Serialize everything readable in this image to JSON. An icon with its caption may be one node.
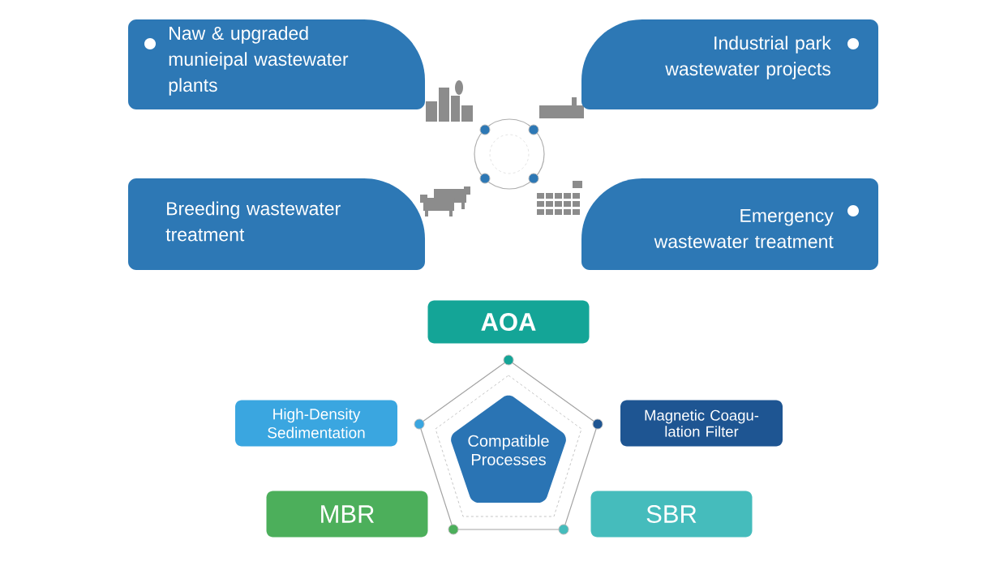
{
  "diagram": {
    "nodes": [
      {
        "text": [
          "Naw & upgraded munieipal wastewater plants"
        ]
      },
      {
        "text": [
          "Industrial park wastewater projects"
        ]
      },
      {
        "text": [
          "Breeding wastewater treatment"
        ]
      },
      {
        "text": [
          "Emergency wastewater treatment"
        ]
      },
      {
        "text": [
          "AOA"
        ]
      },
      {
        "text": [
          "High-Density Sedimentation"
        ]
      },
      {
        "text": [
          "Compatible Processes"
        ]
      },
      {
        "text": [
          "Magnetic Coagu-lation Filter"
        ]
      },
      {
        "text": [
          "MBR"
        ]
      },
      {
        "text": [
          "SBR"
        ]
      }
    ]
  }
}
